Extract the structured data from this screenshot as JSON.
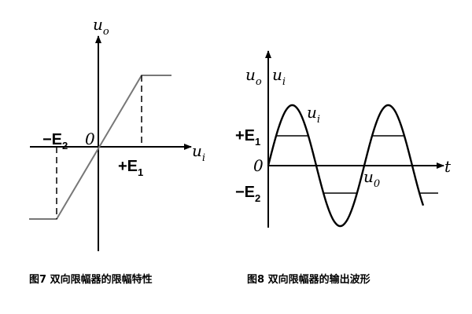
{
  "figure7": {
    "y_axis_label": "u",
    "y_axis_sub": "o",
    "x_axis_label": "u",
    "x_axis_sub": "i",
    "origin": "0",
    "neg_threshold": "−E",
    "neg_threshold_sub": "2",
    "pos_threshold": "+E",
    "pos_threshold_sub": "1",
    "caption": "图7 双向限幅器的限幅特性"
  },
  "figure8": {
    "y_label_a": "u",
    "y_label_a_sub": "o",
    "y_label_b": "u",
    "y_label_b_sub": "i",
    "input_label": "u",
    "input_label_sub": "i",
    "output_label": "u",
    "output_label_sub": "0",
    "time_label": "t",
    "origin": "0",
    "pos_level": "+E",
    "pos_level_sub": "1",
    "neg_level": "−E",
    "neg_level_sub": "2",
    "caption": "图8 双向限幅器的输出波形"
  },
  "colors": {
    "transfer_line": "#777777",
    "ink": "#000000"
  }
}
